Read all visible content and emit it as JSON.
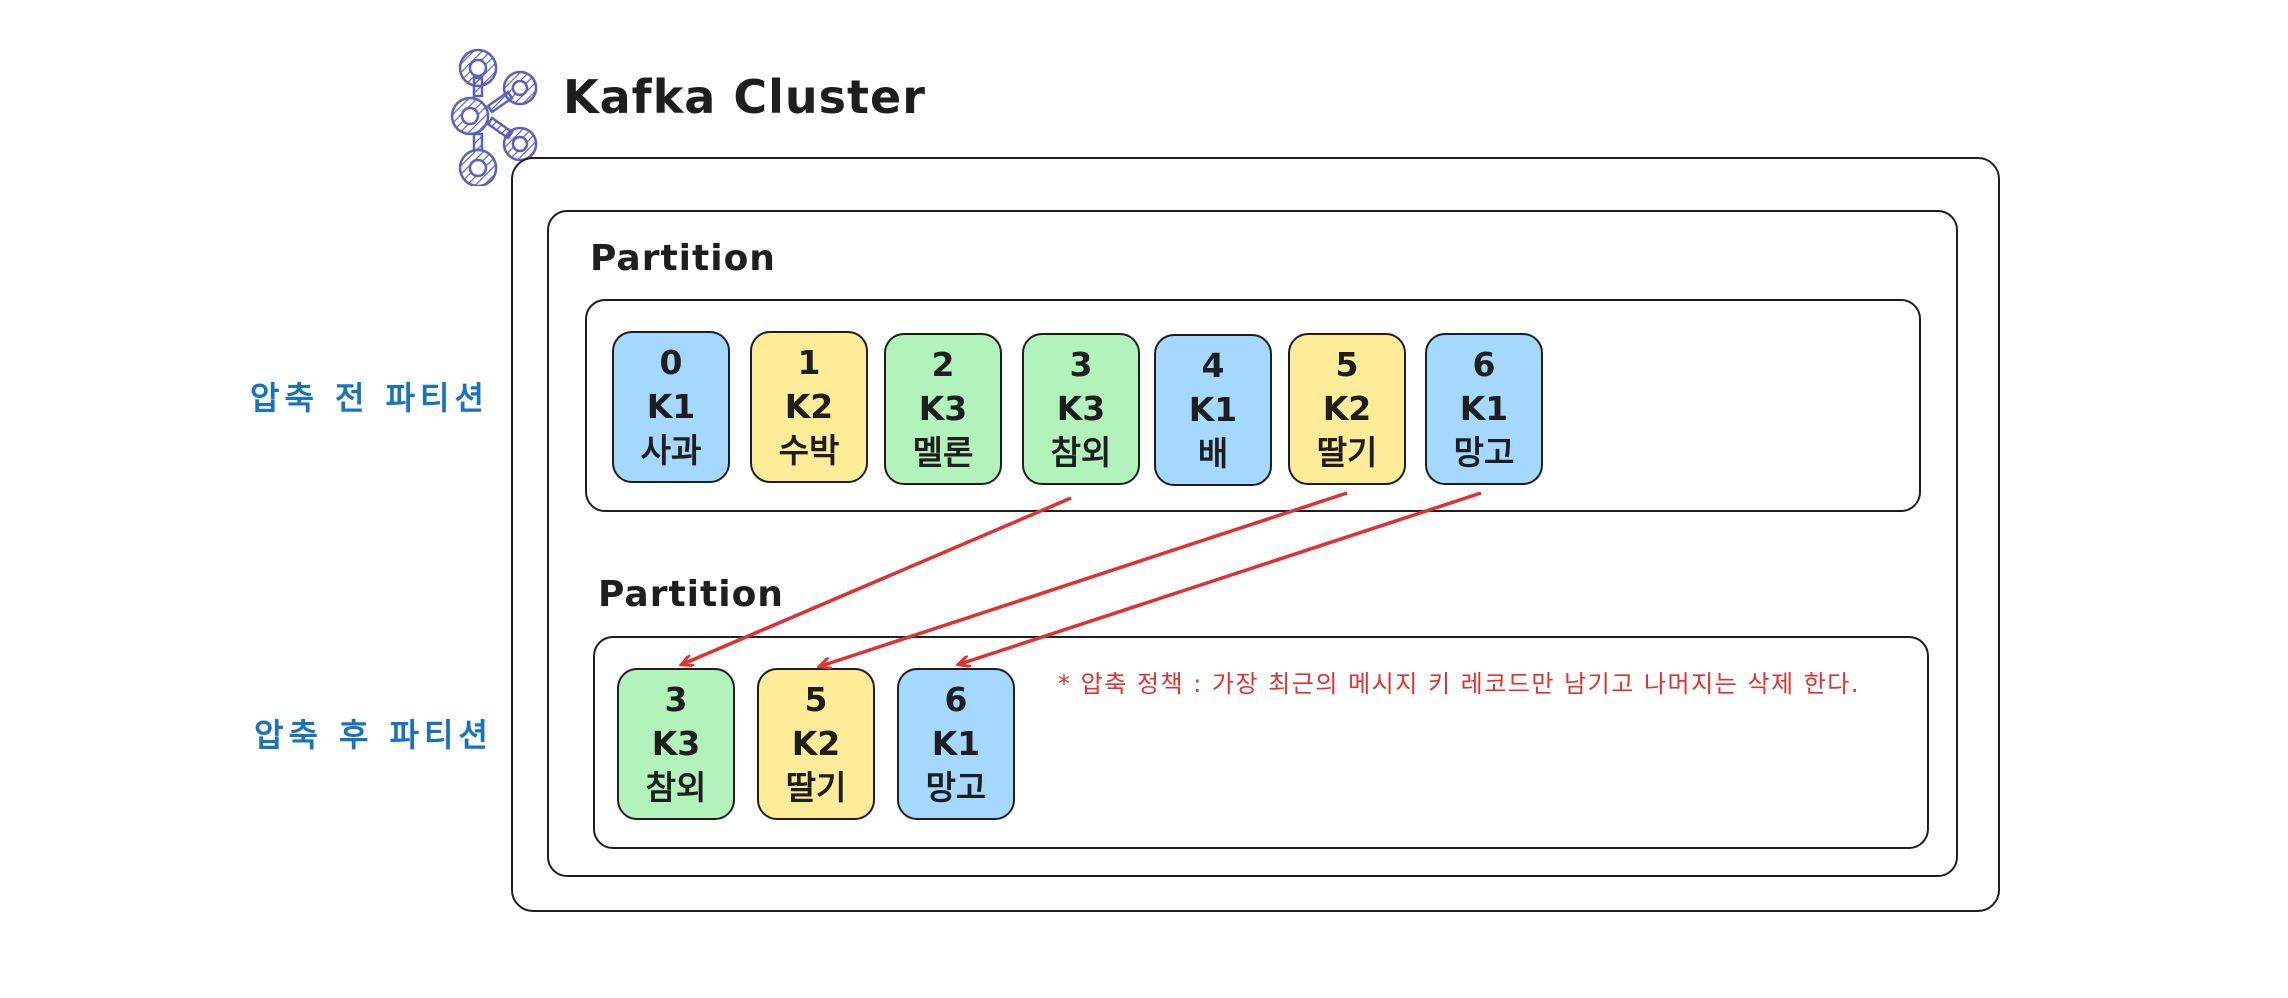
{
  "cluster": {
    "title": "Kafka Cluster",
    "logo_icon": "kafka-logo-icon"
  },
  "colors": {
    "K1": "#a5d8ff",
    "K2": "#ffec99",
    "K3": "#b2f2bb",
    "label_text": "#1971c2",
    "arrow": "#e03131",
    "note_text": "#e03131",
    "logo": "#5c5fbd"
  },
  "before": {
    "row_label": "압축 전 파티션",
    "partition_title": "Partition",
    "records": [
      {
        "offset": "0",
        "key": "K1",
        "value": "사과"
      },
      {
        "offset": "1",
        "key": "K2",
        "value": "수박"
      },
      {
        "offset": "2",
        "key": "K3",
        "value": "멜론"
      },
      {
        "offset": "3",
        "key": "K3",
        "value": "참외"
      },
      {
        "offset": "4",
        "key": "K1",
        "value": "배"
      },
      {
        "offset": "5",
        "key": "K2",
        "value": "딸기"
      },
      {
        "offset": "6",
        "key": "K1",
        "value": "망고"
      }
    ]
  },
  "after": {
    "row_label": "압축 후 파티션",
    "partition_title": "Partition",
    "records": [
      {
        "offset": "3",
        "key": "K3",
        "value": "참외"
      },
      {
        "offset": "5",
        "key": "K2",
        "value": "딸기"
      },
      {
        "offset": "6",
        "key": "K1",
        "value": "망고"
      }
    ]
  },
  "policy_note": "* 압축 정책 : 가장 최근의 메시지 키 레코드만 남기고 나머지는 삭제 한다.",
  "arrows": [
    {
      "from_offset": "3",
      "to_offset": "3"
    },
    {
      "from_offset": "5",
      "to_offset": "5"
    },
    {
      "from_offset": "6",
      "to_offset": "6"
    }
  ]
}
